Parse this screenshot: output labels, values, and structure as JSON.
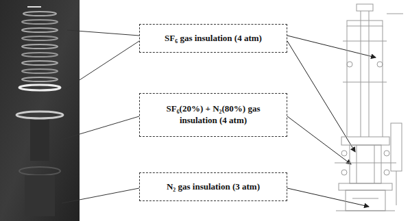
{
  "diagram": {
    "nodes": [
      {
        "text": [
          "SF₆ gas insulation (4 atm)"
        ]
      },
      {
        "text": [
          "SF₆(20%) + N₂(80%) gas insulation (4 atm)"
        ]
      },
      {
        "text": [
          "N₂ gas insulation (3 atm)"
        ]
      }
    ]
  }
}
